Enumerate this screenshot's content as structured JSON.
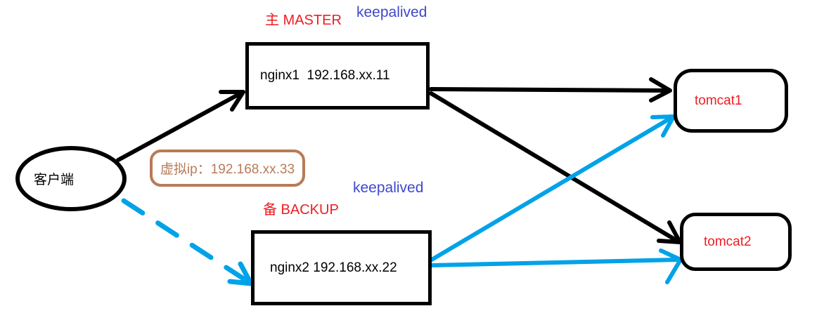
{
  "colors": {
    "black": "#000000",
    "blue": "#00a2e8",
    "keepalived_blue": "#3f48cc",
    "red": "#ed1c24",
    "brown": "#b97a57"
  },
  "labels": {
    "master": "主 MASTER",
    "keepalived_top": "keepalived",
    "keepalived_bottom": "keepalived",
    "backup": "备 BACKUP"
  },
  "nodes": {
    "client": {
      "label": "客户端"
    },
    "nginx1": {
      "label": "nginx1  192.168.xx.11"
    },
    "nginx2": {
      "label": "nginx2 192.168.xx.22"
    },
    "virtual_ip": {
      "label": "虚拟ip：192.168.xx.33"
    },
    "tomcat1": {
      "label": "tomcat1"
    },
    "tomcat2": {
      "label": "tomcat2"
    }
  },
  "edges": [
    {
      "from": "client",
      "to": "nginx1",
      "style": "solid",
      "color": "#000000"
    },
    {
      "from": "client",
      "to": "nginx2",
      "style": "dashed",
      "color": "#00a2e8"
    },
    {
      "from": "nginx1",
      "to": "tomcat1",
      "style": "solid",
      "color": "#000000"
    },
    {
      "from": "nginx1",
      "to": "tomcat2",
      "style": "solid",
      "color": "#000000"
    },
    {
      "from": "nginx2",
      "to": "tomcat1",
      "style": "solid",
      "color": "#00a2e8"
    },
    {
      "from": "nginx2",
      "to": "tomcat2",
      "style": "solid",
      "color": "#00a2e8"
    }
  ]
}
